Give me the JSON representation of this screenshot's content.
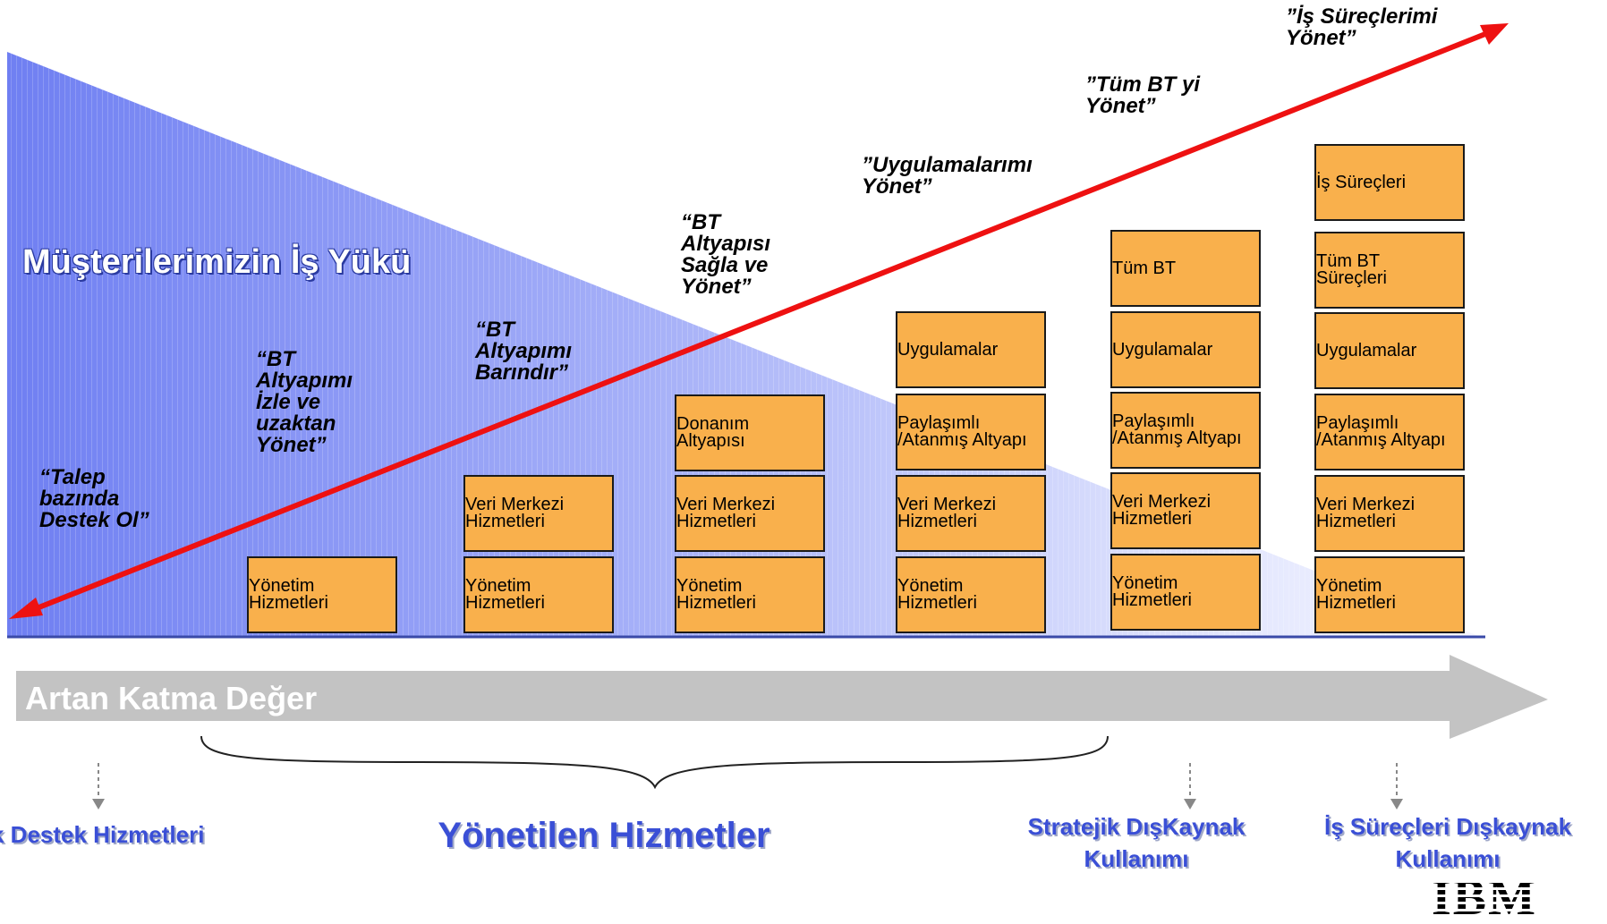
{
  "workload_title": "Müşterilerimizin İş Yükü",
  "value_axis_label": "Artan Katma Değer",
  "quotes": [
    "“Talep\nbazında\nDestek Ol”",
    "“BT\nAltyapımı\nİzle ve\nuzaktan\nYönet”",
    "“BT\nAltyapımı\nBarındır”",
    "“BT\nAltyapısı\nSağla ve\nYönet”",
    "”Uygulamalarımı\nYönet”",
    "”Tüm BT yi\nYönet”",
    "”İş Süreçlerimi\nYönet”"
  ],
  "columns": [
    {
      "boxes": [
        "Yönetim\nHizmetleri"
      ]
    },
    {
      "boxes": [
        "Veri Merkezi\nHizmetleri",
        "Yönetim\nHizmetleri"
      ]
    },
    {
      "boxes": [
        "Donanım\nAltyapısı",
        "Veri Merkezi\nHizmetleri",
        "Yönetim\nHizmetleri"
      ]
    },
    {
      "boxes": [
        "Uygulamalar",
        "Paylaşımlı\n/Atanmış Altyapı",
        "Veri Merkezi\nHizmetleri",
        "Yönetim\nHizmetleri"
      ]
    },
    {
      "boxes": [
        "Tüm BT",
        "Uygulamalar",
        "Paylaşımlı\n/Atanmış Altyapı",
        "Veri Merkezi\nHizmetleri",
        "Yönetim\nHizmetleri"
      ]
    },
    {
      "boxes": [
        "İş Süreçleri",
        "Tüm BT\nSüreçleri",
        "Uygulamalar",
        "Paylaşımlı\n/Atanmış Altyapı",
        "Veri Merkezi\nHizmetleri",
        "Yönetim\nHizmetleri"
      ]
    }
  ],
  "categories": {
    "support": "k Destek Hizmetleri",
    "managed": "Yönetilen Hizmetler",
    "strategic": "Stratejik DışKaynak\nKullanımı",
    "business": "İş Süreçleri Dışkaynak\nKullanımı"
  },
  "logo": "IBM",
  "colors": {
    "box_fill": "#f9b04c",
    "trend_arrow": "#ee1111",
    "triangle_dark": "#6f7ff2",
    "triangle_light": "#eef0ff",
    "value_arrow": "#c0c0c0",
    "label_blue": "#3a4fd6"
  }
}
